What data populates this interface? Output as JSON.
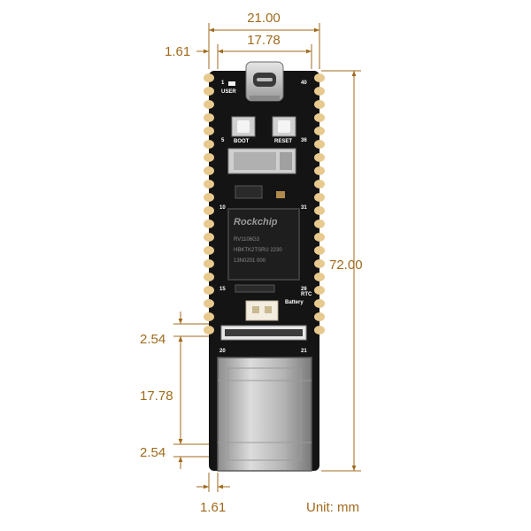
{
  "dimensions": {
    "width_total": "21.00",
    "width_inner": "17.78",
    "left_offset_top": "1.61",
    "length": "72.00",
    "pitch_top": "2.54",
    "spacing_mid": "17.78",
    "pitch_bottom": "2.54",
    "left_offset_bottom": "1.61",
    "unit": "Unit: mm"
  },
  "board": {
    "label_user": "USER",
    "label_boot": "BOOT",
    "label_reset": "RESET",
    "label_rtc_line1": "RTC",
    "label_rtc_line2": "Battery",
    "pin_1": "1",
    "pin_40": "40",
    "pin_5": "5",
    "pin_36": "36",
    "pin_10": "10",
    "pin_31": "31",
    "pin_15": "15",
    "pin_26": "26",
    "pin_20": "20",
    "pin_21": "21",
    "chip_brand": "Rockchip",
    "chip_line1": "RV1106G3",
    "chip_line2": "HBKTK2TSRU 2230",
    "chip_line3": "13N0201 000"
  },
  "colors": {
    "dimension": "#a06a1c",
    "pcb": "#141414",
    "pad": "#e8c98e",
    "metal": "#c4c4c4"
  }
}
